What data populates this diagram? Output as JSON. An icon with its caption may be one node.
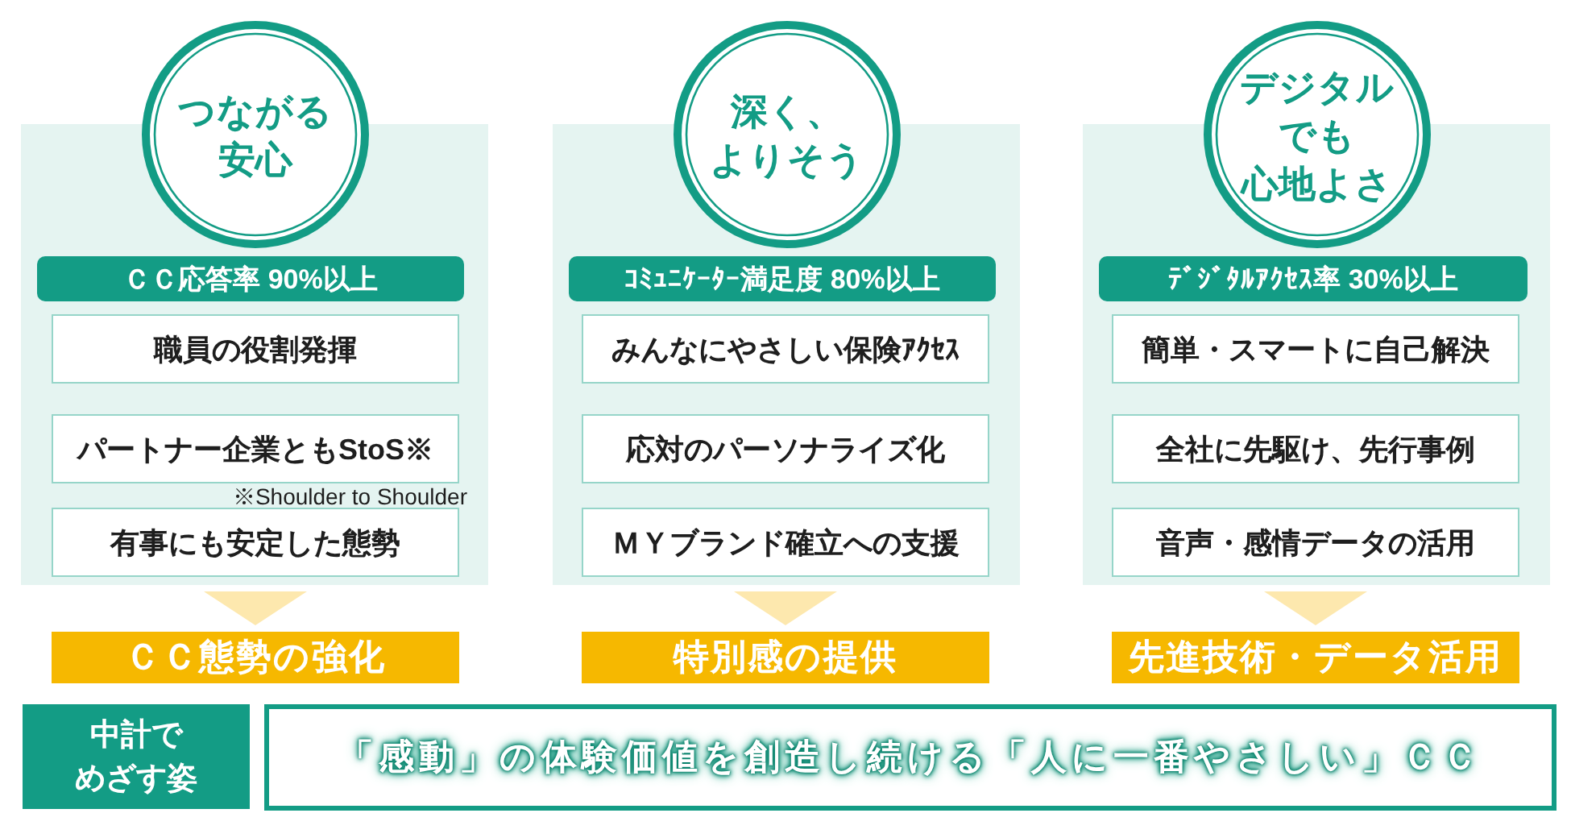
{
  "diagram": {
    "nodes": [
      {
        "text": [
          "つながる安心"
        ]
      },
      {
        "text": [],
        "shape": "box"
      },
      {
        "text": [
          "ＣＣ応答率 90%以上"
        ],
        "in": 1
      },
      {
        "text": [
          "職員の役割発揮"
        ],
        "in": 1
      },
      {
        "text": [
          "パートナー企業ともStoS※"
        ],
        "in": 1,
        "beside": [
          "※Shoulder to Shoulder"
        ]
      },
      {
        "text": [
          "有事にも安定した態勢"
        ],
        "in": 1
      },
      {
        "text": [
          "ＣＣ態勢の強化"
        ]
      },
      {
        "text": [
          "深く、よりそう"
        ]
      },
      {
        "text": [],
        "shape": "box"
      },
      {
        "text": [
          "ｺﾐｭﾆｹｰﾀｰ満足度 80%以上"
        ],
        "in": 8
      },
      {
        "text": [
          "みんなにやさしい保険ｱｸｾｽ"
        ],
        "in": 8
      },
      {
        "text": [
          "応対のパーソナライズ化"
        ],
        "in": 8
      },
      {
        "text": [
          "ＭＹブランド確立への支援"
        ],
        "in": 8
      },
      {
        "text": [
          "特別感の提供"
        ]
      },
      {
        "text": [
          "デジタルでも心地よさ"
        ]
      },
      {
        "text": [],
        "shape": "box"
      },
      {
        "text": [
          "ﾃﾞｼﾞﾀﾙｱｸｾｽ率 30%以上"
        ],
        "in": 15
      },
      {
        "text": [
          "簡単・スマートに自己解決"
        ],
        "in": 15
      },
      {
        "text": [
          "全社に先駆け、先行事例"
        ],
        "in": 15
      },
      {
        "text": [
          "音声・感情データの活用"
        ],
        "in": 15
      },
      {
        "text": [
          "先進技術・データ活用"
        ]
      },
      {
        "text": [
          "中計でめざす姿"
        ]
      },
      {
        "text": [
          "「感動」の体験価値を創造し続ける「人に一番やさしい」ＣＣ"
        ]
      }
    ],
    "edges": [
      {
        "from": 1,
        "to": 6,
        "arrow": "to"
      },
      {
        "from": 8,
        "to": 13,
        "arrow": "to"
      },
      {
        "from": 15,
        "to": 20,
        "arrow": "to"
      }
    ]
  }
}
